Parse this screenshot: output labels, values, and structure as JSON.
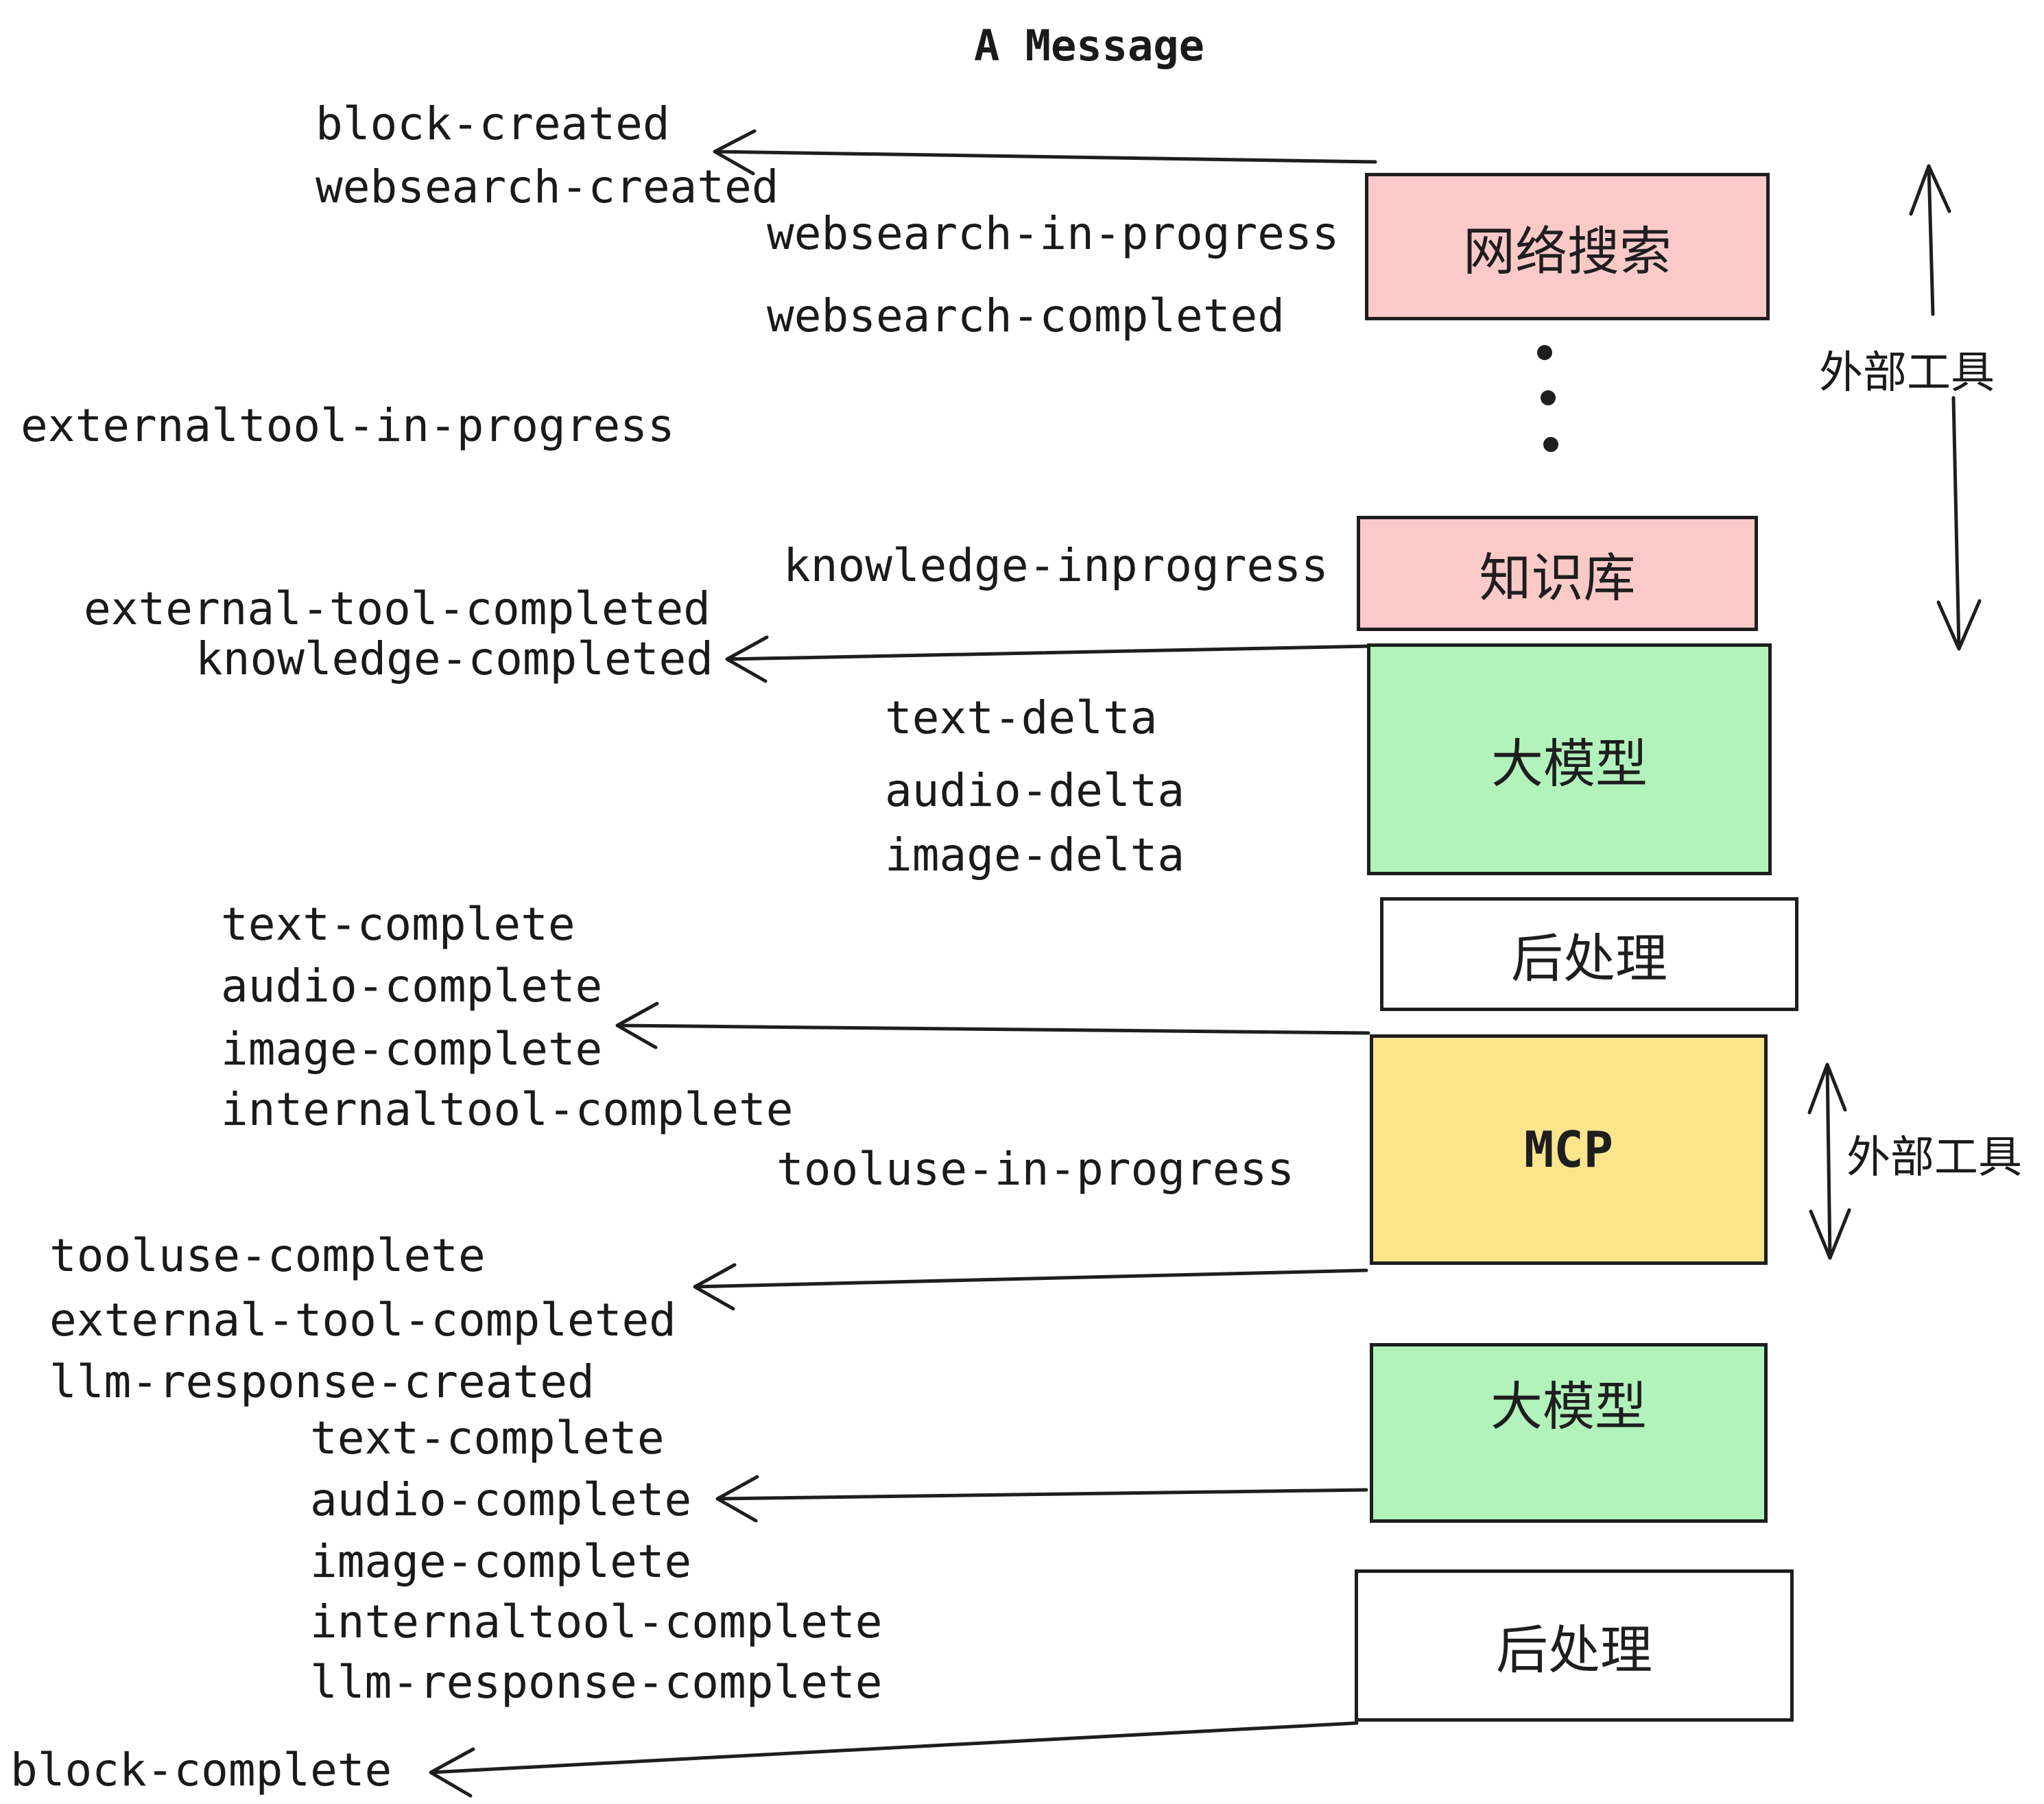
{
  "title": "A Message",
  "events": [
    "block-created",
    "websearch-created",
    "websearch-in-progress",
    "websearch-completed",
    "externaltool-in-progress",
    "knowledge-inprogress",
    "external-tool-completed",
    "knowledge-completed",
    "text-delta",
    "audio-delta",
    "image-delta",
    "text-complete",
    "audio-complete",
    "image-complete",
    "internaltool-complete",
    "tooluse-in-progress",
    "tooluse-complete",
    "external-tool-completed",
    "llm-response-created",
    "text-complete",
    "audio-complete",
    "image-complete",
    "internaltool-complete",
    "llm-response-complete",
    "block-complete"
  ],
  "boxes": [
    {
      "id": "websearch",
      "label": "网络搜索",
      "color": "#fcc9c9"
    },
    {
      "id": "knowledge-base",
      "label": "知识库",
      "color": "#fcc9c9"
    },
    {
      "id": "llm-1",
      "label": "大模型",
      "color": "#b2f2bb"
    },
    {
      "id": "postprocess-1",
      "label": "后处理",
      "color": "#ffffff"
    },
    {
      "id": "mcp",
      "label": "MCP",
      "color": "#fae58c"
    },
    {
      "id": "llm-2",
      "label": "大模型",
      "color": "#b2f2bb"
    },
    {
      "id": "postprocess-2",
      "label": "后处理",
      "color": "#ffffff"
    }
  ],
  "side_labels": {
    "external_tools_top": "外部工具",
    "external_tools_mid": "外部工具"
  },
  "colors": {
    "background": "#ffffff",
    "ink": "#1e1e1e",
    "box_pink": "#fcc9c9",
    "box_green": "#b2f2bb",
    "box_yellow": "#fae58c",
    "box_white": "#ffffff"
  }
}
